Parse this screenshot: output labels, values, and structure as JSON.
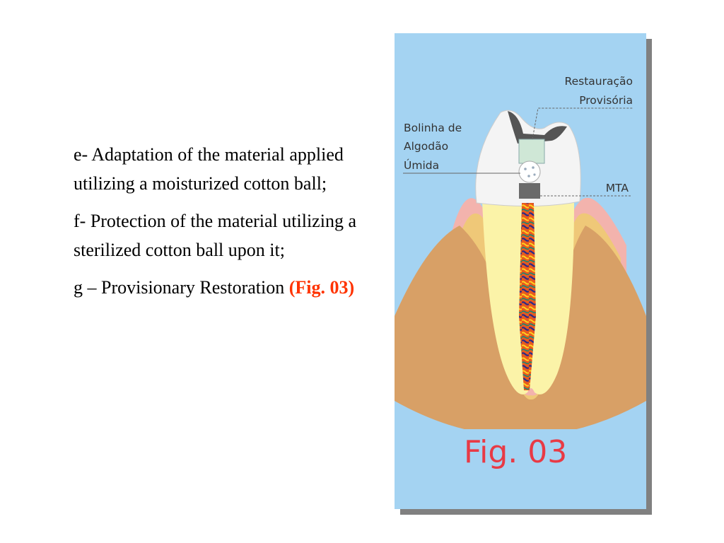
{
  "slide": {
    "paragraphs": {
      "e": "e-  Adaptation of the material applied utilizing a moisturized cotton ball;",
      "f": "f- Protection of the material utilizing a sterilized cotton ball upon it;",
      "g_text": " g – Provisionary Restoration ",
      "g_ref": "(Fig. 03)"
    },
    "colors": {
      "reference": "#ff3300",
      "figure_background": "#a4d3f2",
      "figure_label": "#e83a45"
    }
  },
  "figure": {
    "labels": {
      "restauracao_1": "Restauração",
      "restauracao_2": "Provisória",
      "bolinha_1": "Bolinha de",
      "bolinha_2": "Algodão",
      "bolinha_3": "Úmida",
      "mta": "MTA"
    },
    "caption": "Fig. 03"
  }
}
